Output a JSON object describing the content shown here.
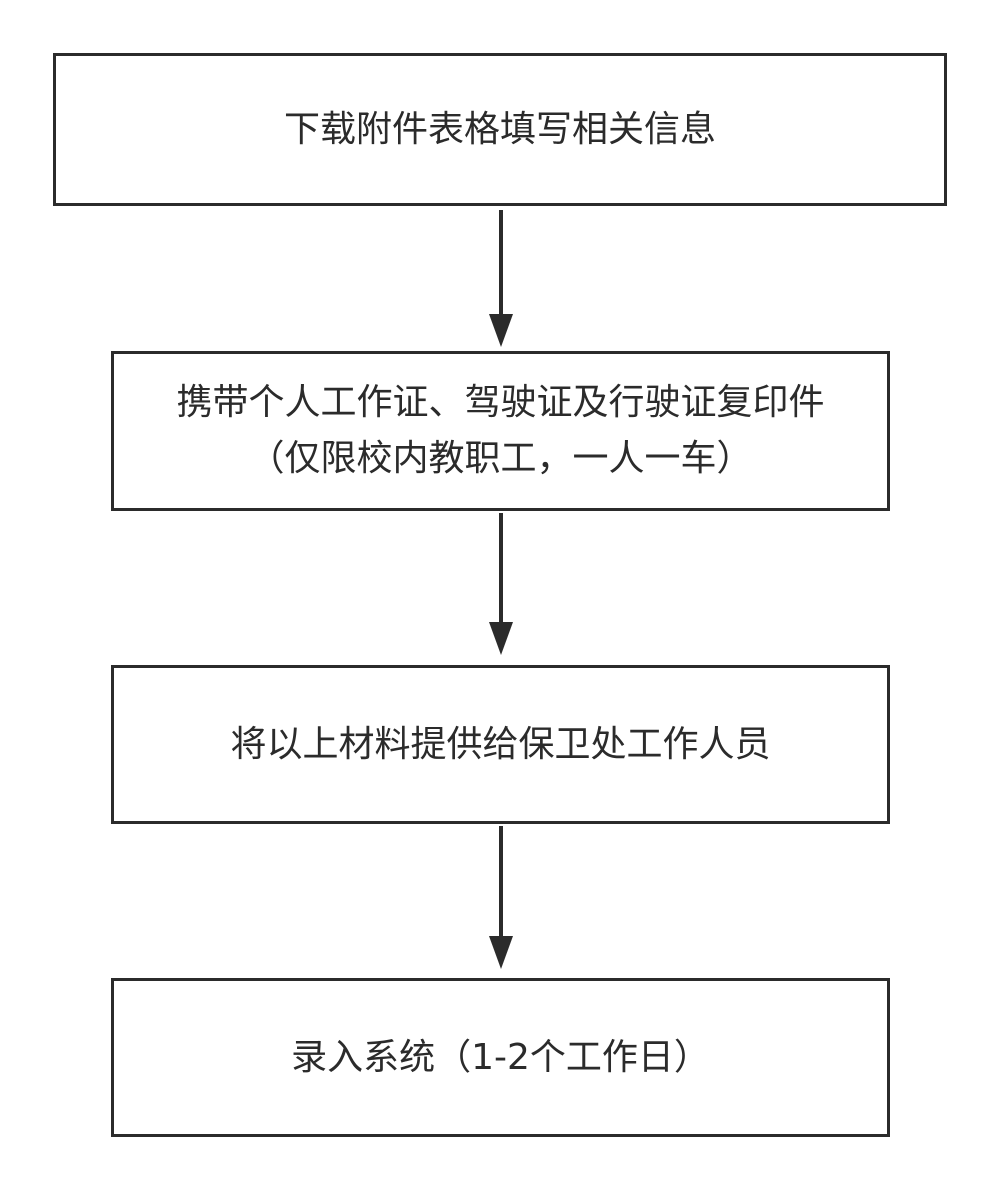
{
  "flowchart": {
    "steps": [
      {
        "lines": [
          "下载附件表格填写相关信息"
        ]
      },
      {
        "lines": [
          "携带个人工作证、驾驶证及行驶证复印件",
          "（仅限校内教职工，一人一车）"
        ]
      },
      {
        "lines": [
          "将以上材料提供给保卫处工作人员"
        ]
      },
      {
        "lines": [
          "录入系统（1-2个工作日）"
        ]
      }
    ]
  },
  "colors": {
    "stroke": "#2b2b2b",
    "text": "#2b2b2b",
    "background": "#ffffff"
  }
}
